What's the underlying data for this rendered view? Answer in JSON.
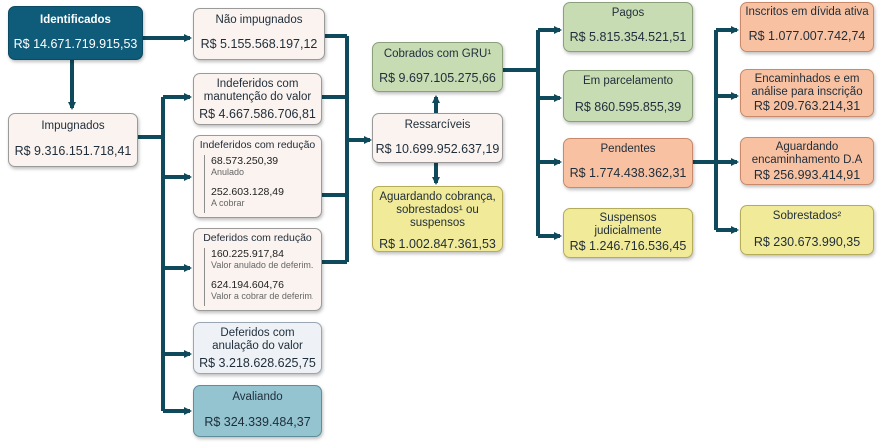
{
  "nodes": {
    "identificados": {
      "title": "Identificados",
      "value": "R$ 14.671.719.915,53"
    },
    "impugnados": {
      "title": "Impugnados",
      "value": "R$ 9.316.151.718,41"
    },
    "nao_impugnados": {
      "title": "Não impugnados",
      "value": "R$ 5.155.568.197,12"
    },
    "indeferidos_manutencao": {
      "title": "Indeferidos com manutenção do valor",
      "value": "R$ 4.667.586.706,81"
    },
    "indeferidos_reducao": {
      "title": "Indeferidos com redução",
      "items": [
        {
          "value": "68.573.250,39",
          "caption": "Anulado"
        },
        {
          "value": "252.603.128,49",
          "caption": "A cobrar"
        }
      ]
    },
    "deferidos_reducao": {
      "title": "Deferidos com redução",
      "items": [
        {
          "value": "160.225.917,84",
          "caption": "Valor anulado de deferim..."
        },
        {
          "value": "624.194.604,76",
          "caption": "Valor a cobrar de deferim..."
        }
      ]
    },
    "deferidos_anulacao": {
      "title": "Deferidos com anulação do valor",
      "value": "R$ 3.218.628.625,75"
    },
    "avaliando": {
      "title": "Avaliando",
      "value": "R$ 324.339.484,37"
    },
    "ressarciveis": {
      "title": "Ressarcíveis",
      "value": "R$ 10.699.952.637,19"
    },
    "cobrados_gru": {
      "title": "Cobrados com GRU¹",
      "value": "R$ 9.697.105.275,66"
    },
    "aguardando_cobranca": {
      "title": "Aguardando cobrança, sobrestados¹ ou suspensos",
      "value": "R$ 1.002.847.361,53"
    },
    "pagos": {
      "title": "Pagos",
      "value": "R$ 5.815.354.521,51"
    },
    "em_parcelamento": {
      "title": "Em parcelamento",
      "value": "R$ 860.595.855,39"
    },
    "pendentes": {
      "title": "Pendentes",
      "value": "R$ 1.774.438.362,31"
    },
    "suspensos": {
      "title": "Suspensos judicialmente",
      "value": "R$ 1.246.716.536,45"
    },
    "inscritos": {
      "title": "Inscritos em dívida ativa",
      "value": "R$ 1.077.007.742,74"
    },
    "encaminhados": {
      "title": "Encaminhados e em análise para inscrição",
      "value": "R$ 209.763.214,31"
    },
    "aguardando_encaminhamento": {
      "title": "Aguardando encaminhamento D.A",
      "value": "R$ 256.993.414,91"
    },
    "sobrestados": {
      "title": "Sobrestados²",
      "value": "R$ 230.673.990,35"
    }
  },
  "colors": {
    "connector": "#0f4a5c",
    "dark_box": "#0f5c7a",
    "green_box": "#c8dcb4",
    "yellow_box": "#f1ea98",
    "orange_box": "#f8c2a2",
    "teal_box": "#93c4d0",
    "light_box": "#faf3ef"
  }
}
